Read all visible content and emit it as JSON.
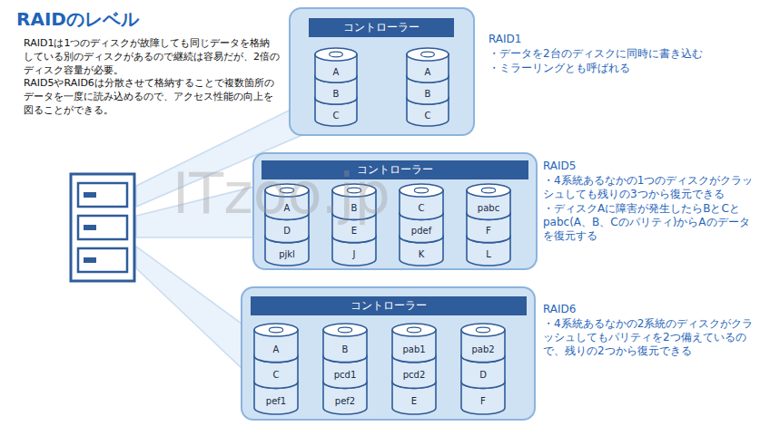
{
  "diagram": {
    "title": "RAIDのレベル",
    "nodes": [
      {
        "text": [
          "RAID1",
          "・データを2台のディスクに同時に書き込む",
          "・ミラーリングとも呼ばれる"
        ]
      },
      {
        "text": [
          "コントローラー"
        ],
        "in": 0
      },
      {
        "text": [
          "A",
          "B",
          "C"
        ],
        "in": 0
      },
      {
        "text": [
          "A",
          "B",
          "C"
        ],
        "in": 0
      },
      {
        "text": [
          "RAID5",
          "・4系統あるなかの1つのディスクがクラッシュしても残りの3つから復元できる",
          "・ディスクAに障害が発生したらBとCとpabc(A、B、Cのパリティ)からAのデータを復元する"
        ]
      },
      {
        "text": [
          "コントローラー"
        ],
        "in": 4
      },
      {
        "text": [
          "A",
          "D",
          "pjkl"
        ],
        "in": 4
      },
      {
        "text": [
          "B",
          "E",
          "J"
        ],
        "in": 4
      },
      {
        "text": [
          "C",
          "pdef",
          "K"
        ],
        "in": 4
      },
      {
        "text": [
          "pabc",
          "F",
          "L"
        ],
        "in": 4
      },
      {
        "text": [
          "RAID6",
          "・4系統あるなかの2系統のディスクがクラッシュしてもパリティを2つ備えているので、残りの2つから復元できる"
        ]
      },
      {
        "text": [
          "コントローラー"
        ],
        "in": 10
      },
      {
        "text": [
          "A",
          "C",
          "pef1"
        ],
        "in": 10
      },
      {
        "text": [
          "B",
          "pcd1",
          "pef2"
        ],
        "in": 10
      },
      {
        "text": [
          "pab1",
          "pcd2",
          "E"
        ],
        "in": 10
      },
      {
        "text": [
          "pab2",
          "D",
          "F"
        ],
        "in": 10
      }
    ],
    "labels": [
      "RAID1は1つのディスクが故障しても同じデータを格納している別のディスクがあるので継続は容易だが、2倍のディスク容量が必要。",
      "RAID5やRAID6は分散させて格納することで複数箇所のデータを一度に読み込めるので、アクセス性能の向上を図ることができる。",
      "ITzoo.jp"
    ]
  }
}
